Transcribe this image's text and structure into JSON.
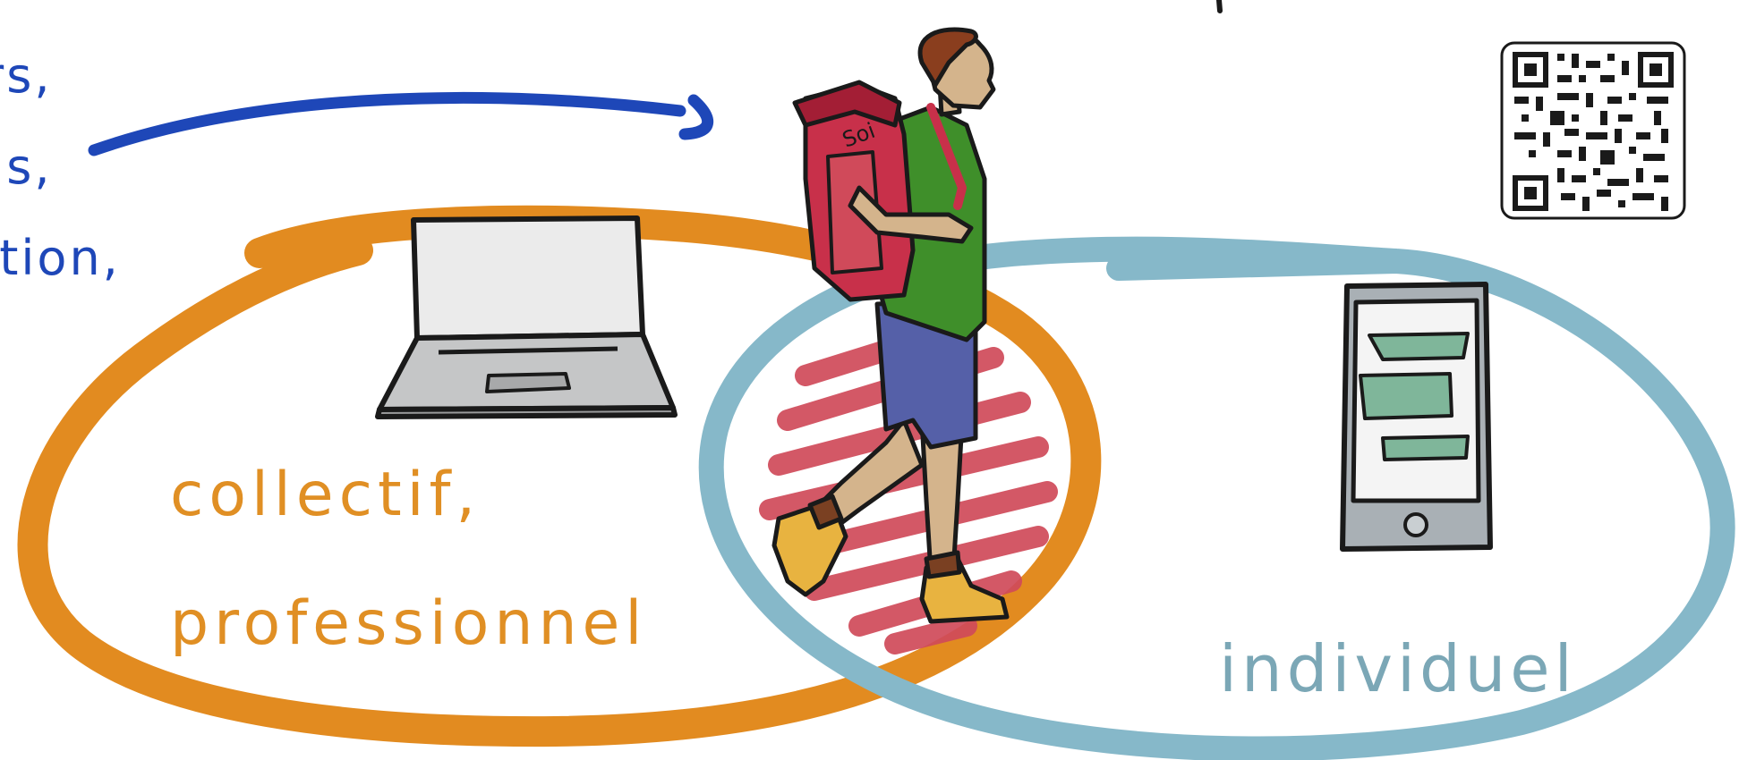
{
  "left_text": {
    "line1": "rs,",
    "line2": "ns,",
    "line3": "ntion,"
  },
  "circle_labels": {
    "collective_line1": "collectif,",
    "collective_line2": "professionnel",
    "individual": "individuel"
  },
  "backpack_label": "Soi",
  "colors": {
    "blue_ink": "#1e47b8",
    "orange_ring": "#e28b20",
    "teal_ring": "#86b8c9",
    "red_scribble": "#d04a5a",
    "backpack": "#c8304a",
    "shirt": "#3f8f2a",
    "shorts": "#5560a8",
    "boots": "#e8b340"
  },
  "icons": [
    "laptop-icon",
    "smartphone-icon",
    "qr-code",
    "arrow-icon",
    "hiker-illustration"
  ]
}
